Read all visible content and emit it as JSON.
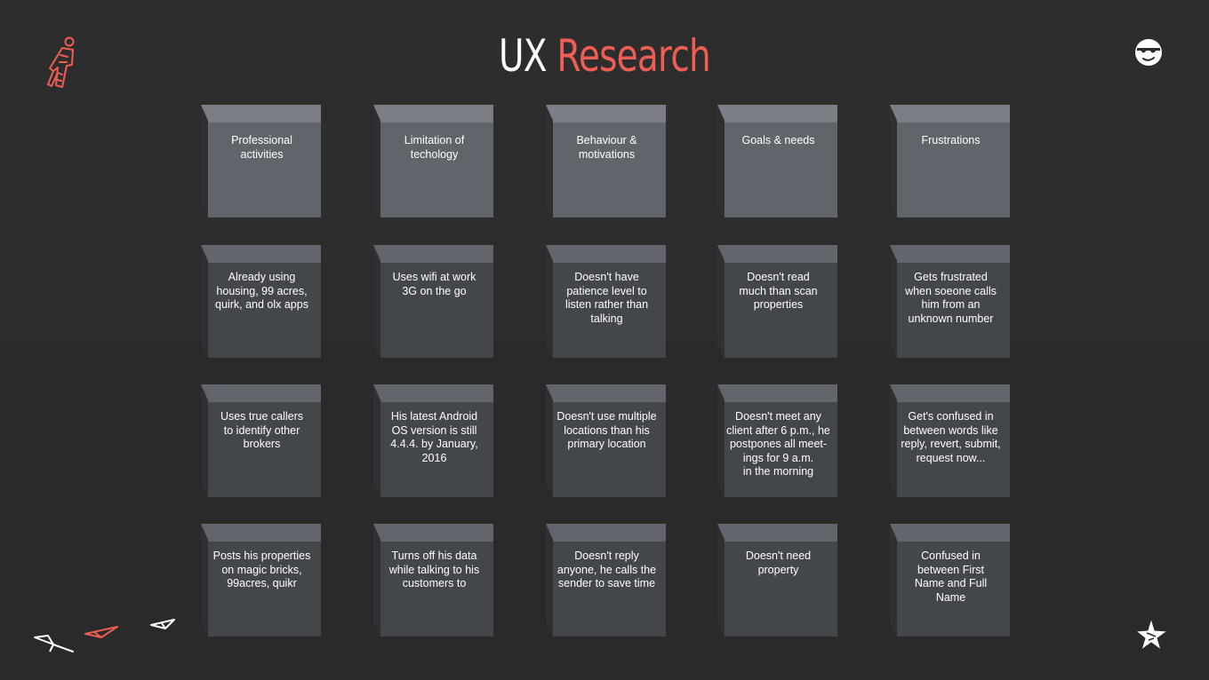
{
  "title": {
    "word1": "UX",
    "word2": "Research"
  },
  "colors": {
    "accent": "#ee5e54",
    "background": "#2b2b2c",
    "card_header": "#60646b",
    "card_body": "#43464b"
  },
  "icons": {
    "top_left": "person-icon",
    "top_right": "sunglasses-face-icon",
    "bottom_left": "paper-planes-icon",
    "bottom_right": "star-icon"
  },
  "columns": [
    {
      "header": "Professional\nactivities",
      "items": [
        "Already using\nhousing, 99 acres,\nquirk, and olx apps",
        "Uses true callers\nto identify other\nbrokers",
        "Posts his properties\non magic bricks,\n99acres, quikr"
      ]
    },
    {
      "header": "Limitation of\ntechology",
      "items": [
        "Uses wifi at work\n3G on the go",
        "His latest Android\nOS version is still\n4.4.4. by January,\n2016",
        "Turns off his data\nwhile talking to his\ncustomers to"
      ]
    },
    {
      "header": "Behaviour &\nmotivations",
      "items": [
        "Doesn't have\npatience level to\nlisten rather than\ntalking",
        "Doesn't use multiple\nlocations than his\nprimary location",
        "Doesn't reply\nanyone, he calls the\nsender to save time"
      ]
    },
    {
      "header": "Goals & needs",
      "items": [
        "Doesn't read\nmuch than scan\nproperties",
        "Doesn't meet any\nclient after 6 p.m., he\npostpones all meet-\nings for 9 a.m.\nin the morning",
        "Doesn't need\nproperty"
      ]
    },
    {
      "header": "Frustrations",
      "items": [
        "Gets frustrated\nwhen soeone calls\nhim from an\nunknown number",
        "Get's confused in\nbetween words like\nreply, revert, submit,\nrequest now...",
        "Confused in\nbetween First\nName and Full\nName"
      ]
    }
  ]
}
